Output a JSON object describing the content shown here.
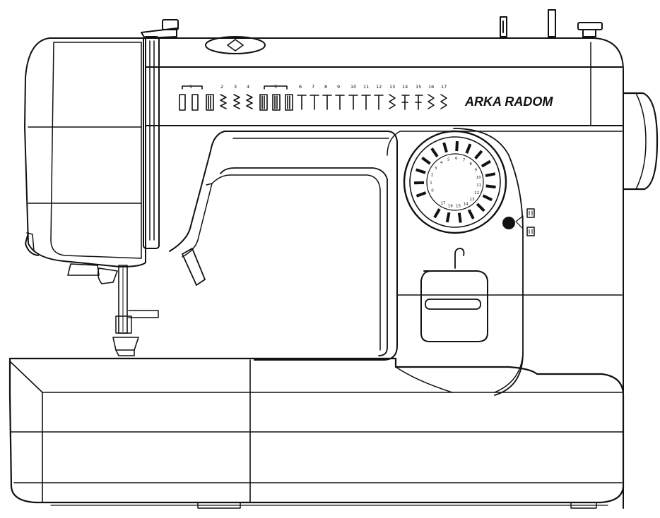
{
  "brand": {
    "name": "ARKA RADOM"
  },
  "pattern_strip": {
    "numbers": [
      "1",
      "2",
      "3",
      "4",
      "5",
      "6",
      "7",
      "8",
      "9",
      "10",
      "11",
      "12",
      "13",
      "14",
      "15",
      "16",
      "17"
    ],
    "number_labels": [
      "2",
      "3",
      "4",
      "6",
      "7",
      "8",
      "9",
      "10",
      "11",
      "12",
      "13",
      "14",
      "15",
      "16",
      "17"
    ]
  },
  "dial": {
    "numbers": [
      "0",
      "1",
      "2",
      "3",
      "4",
      "5",
      "6",
      "7",
      "8",
      "9",
      "10",
      "11",
      "12",
      "13",
      "14",
      "15",
      "16",
      "17"
    ]
  },
  "colors": {
    "line": "#111111",
    "background": "#ffffff"
  }
}
